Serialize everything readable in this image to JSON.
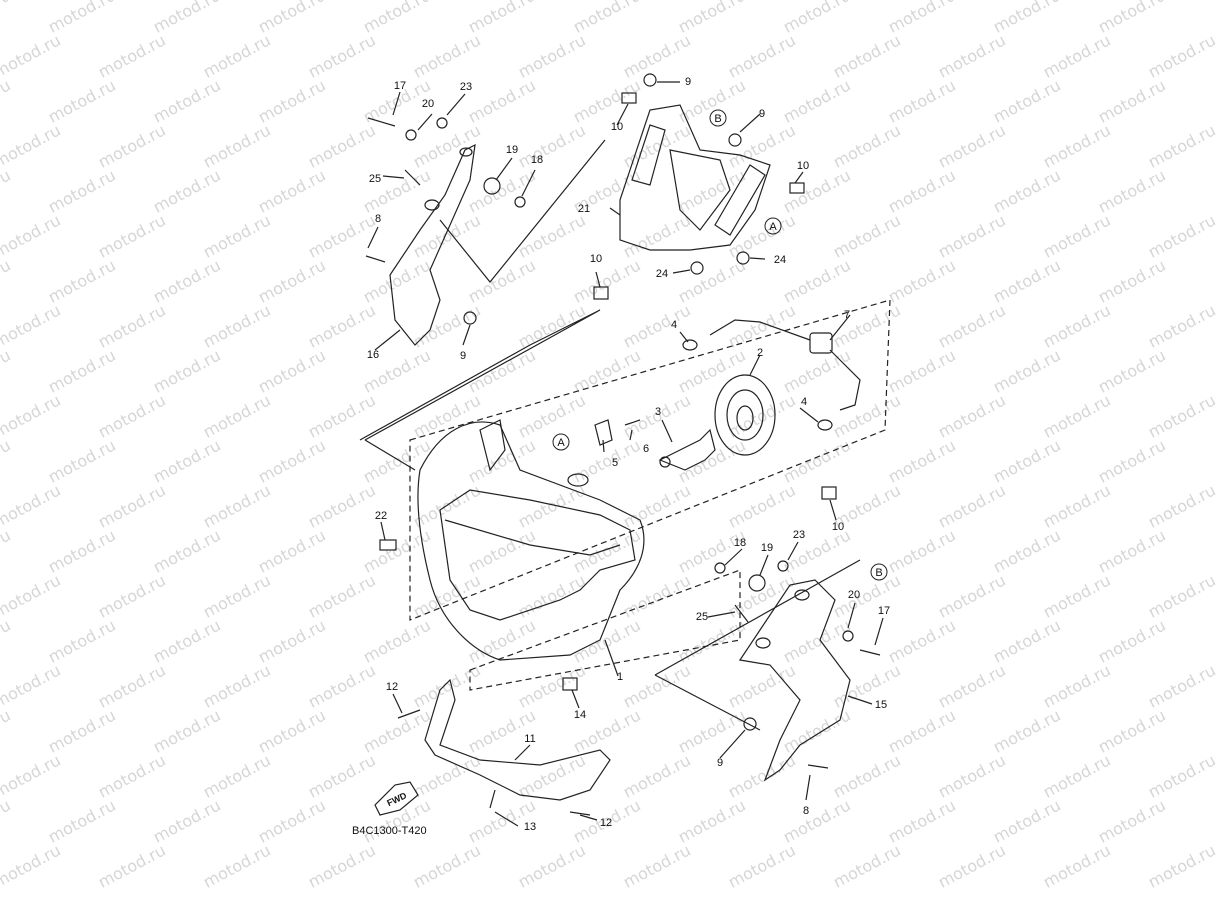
{
  "watermark_text": "motod.ru",
  "diagram_code": "B4C1300-T420",
  "fwd_label": "FWD",
  "ref_letters": {
    "a": "A",
    "b": "B"
  },
  "callouts": [
    "1",
    "2",
    "3",
    "4",
    "5",
    "6",
    "7",
    "8",
    "9",
    "10",
    "11",
    "12",
    "13",
    "14",
    "15",
    "16",
    "17",
    "18",
    "19",
    "20",
    "21",
    "22",
    "23",
    "24",
    "25"
  ],
  "colors": {
    "line": "#222222",
    "watermark": "#cfcfcf",
    "background": "#ffffff"
  }
}
